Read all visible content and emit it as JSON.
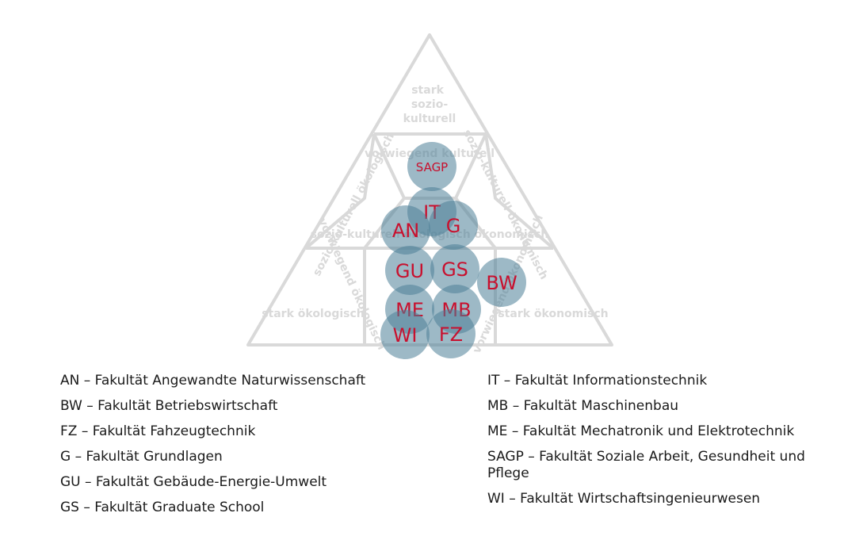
{
  "diagram": {
    "zones": {
      "top": "stark sozio- kulturell",
      "left": "stark ökologisch",
      "right": "stark ökonomisch",
      "upper_mid": "vorwiegend kulturell",
      "left_mid": "vorwiegend ökologisch",
      "right_mid": "vorwiegend ökonomisch",
      "upper_left": "sozio-kulturell ökologisch",
      "upper_right": "sozio-kulturell ökonomisch",
      "center": "sozio-kulturell ökologisch ökonomisch"
    },
    "bubbles": [
      "SAGP",
      "IT",
      "G",
      "AN",
      "GU",
      "GS",
      "BW",
      "ME",
      "MB",
      "WI",
      "FZ"
    ]
  },
  "legend": {
    "left": [
      "AN – Fakultät Angewandte Naturwissenschaft",
      "BW – Fakultät Betriebswirtschaft",
      "FZ – Fakultät Fahzeugtechnik",
      "G – Fakultät Grundlagen",
      "GU – Fakultät Gebäude-Energie-Umwelt",
      "GS – Fakultät Graduate School"
    ],
    "right": [
      "IT – Fakultät Informationstechnik",
      "MB – Fakultät Maschinenbau",
      "ME – Fakultät Mechatronik und Elektrotechnik",
      "SAGP – Fakultät Soziale Arbeit, Gesundheit und Pflege",
      "WI – Fakultät Wirtschaftsingenieurwesen"
    ]
  },
  "colors": {
    "grid": "#d9d9d9",
    "bubble": "#4d7f97",
    "bubble_label": "#c8102e"
  }
}
